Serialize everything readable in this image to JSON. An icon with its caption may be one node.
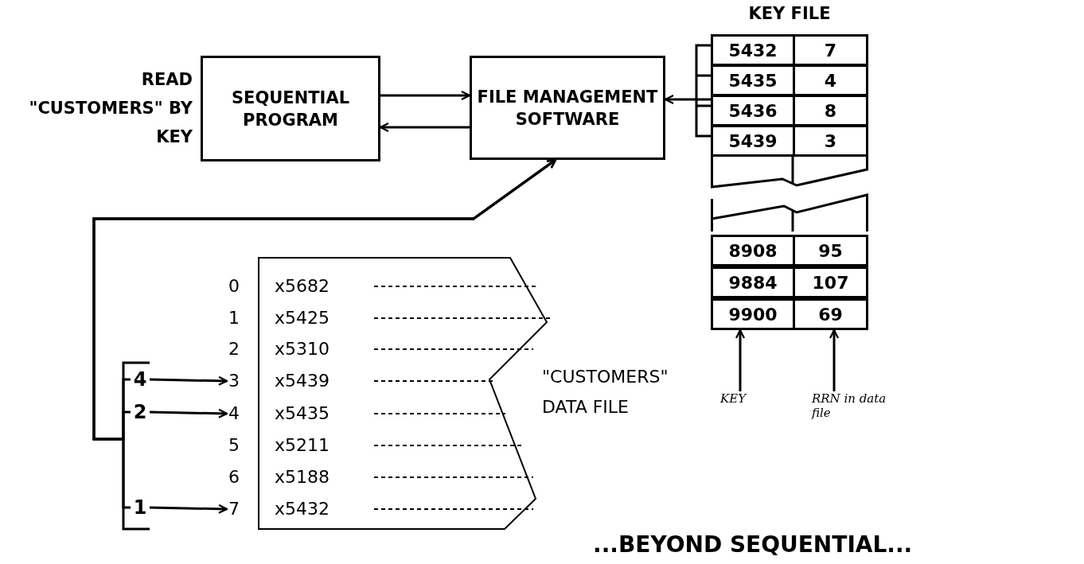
{
  "diagram": {
    "caption": "...BEYOND SEQUENTIAL...",
    "nodes": [
      {
        "text": [
          "SEQUENTIAL PROGRAM"
        ],
        "beside": [
          "READ \"CUSTOMERS\" BY KEY"
        ]
      },
      {
        "text": [
          "FILE MANAGEMENT SOFTWARE"
        ]
      },
      {
        "text": [
          "KEY FILE",
          "5432",
          "7",
          "5435",
          "4",
          "5436",
          "8",
          "5439",
          "3",
          "8908",
          "95",
          "9884",
          "107",
          "9900",
          "69"
        ]
      },
      {
        "text": [
          "\"CUSTOMERS\" DATA FILE"
        ]
      },
      {
        "text": [
          "0",
          "x5682"
        ],
        "in": 3
      },
      {
        "text": [
          "1",
          "x5425"
        ],
        "in": 3
      },
      {
        "text": [
          "2",
          "x5310"
        ],
        "in": 3
      },
      {
        "text": [
          "3",
          "x5439"
        ],
        "in": 3
      },
      {
        "text": [
          "4",
          "x5435"
        ],
        "in": 3
      },
      {
        "text": [
          "5",
          "x5211"
        ],
        "in": 3
      },
      {
        "text": [
          "6",
          "x5188"
        ],
        "in": 3
      },
      {
        "text": [
          "7",
          "x5432"
        ],
        "in": 3
      },
      {
        "text": [
          "4"
        ]
      },
      {
        "text": [
          "2"
        ]
      },
      {
        "text": [
          "1"
        ]
      },
      {
        "text": [
          "KEY"
        ]
      },
      {
        "text": [
          "RRN in data file"
        ]
      }
    ],
    "edges": [
      {
        "from": 0,
        "to": 1,
        "arrow": "to"
      },
      {
        "from": 1,
        "to": 0,
        "arrow": "to"
      },
      {
        "from": 2,
        "to": 1,
        "arrow": "to"
      },
      {
        "from": 12,
        "to": 7,
        "arrow": "to"
      },
      {
        "from": 13,
        "to": 8,
        "arrow": "to"
      },
      {
        "from": 14,
        "to": 11,
        "arrow": "to"
      },
      {
        "from": 12,
        "to": 1,
        "arrow": "to"
      },
      {
        "from": 13,
        "to": 1,
        "arrow": "to"
      },
      {
        "from": 14,
        "to": 1,
        "arrow": "to"
      },
      {
        "from": 15,
        "to": 2,
        "arrow": "to"
      },
      {
        "from": 16,
        "to": 2,
        "arrow": "to"
      }
    ]
  }
}
